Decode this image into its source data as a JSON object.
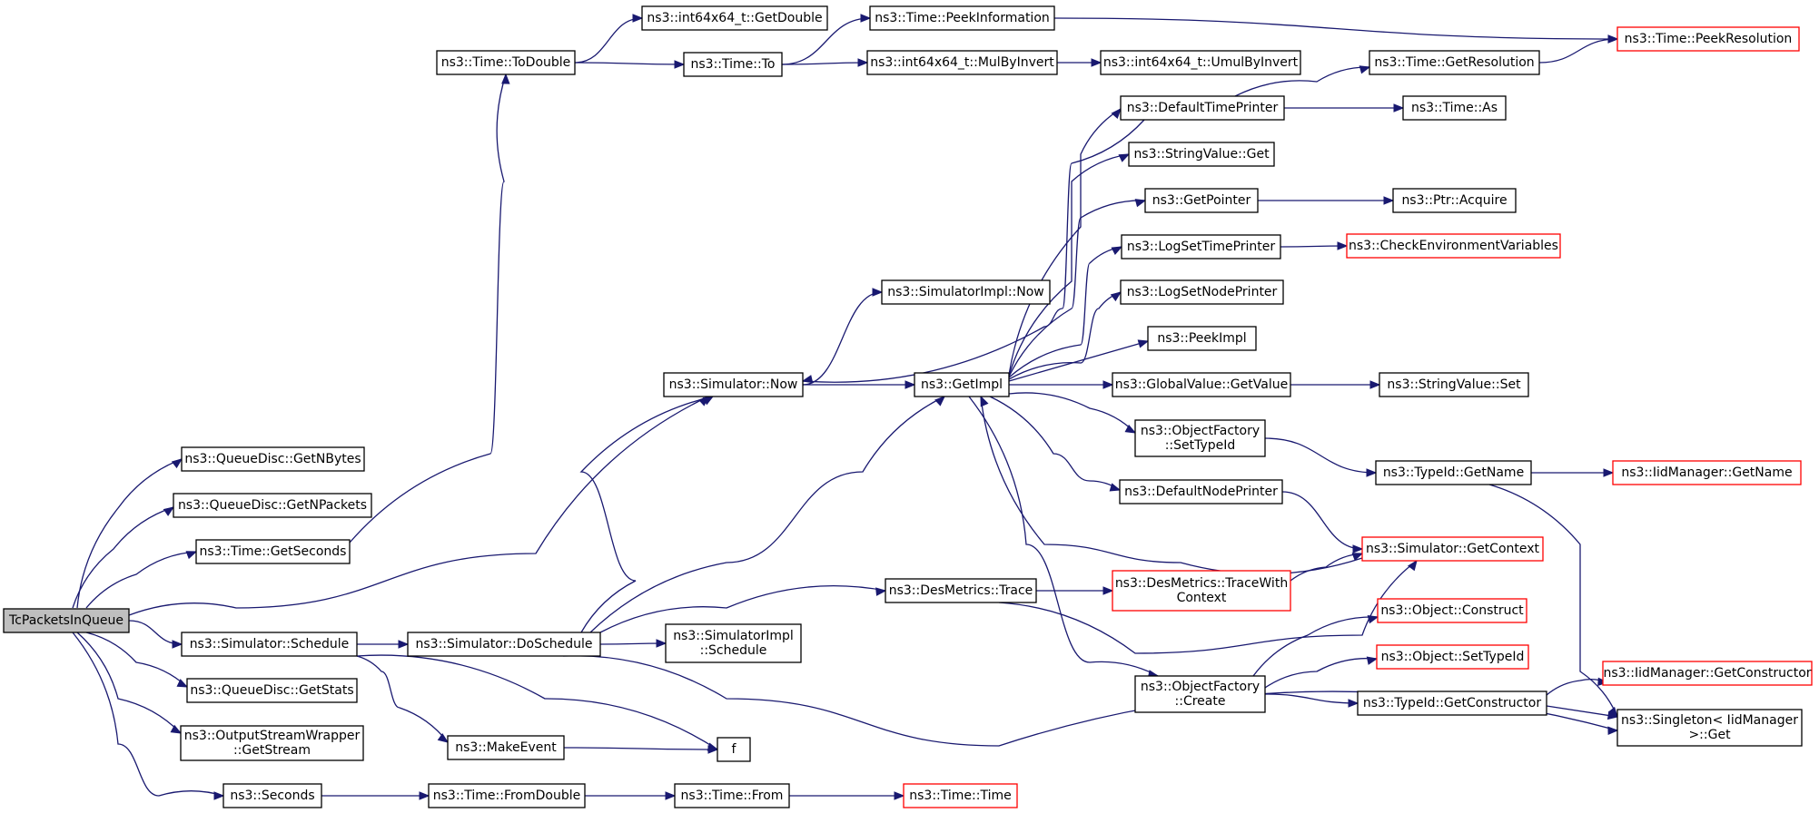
{
  "title": "",
  "colors": {
    "edge": "#191970",
    "node_border": "#000000",
    "node_border_truncated": "#ff0000",
    "root_fill": "#bfbfbf",
    "node_fill": "#ffffff"
  },
  "nodes": [
    {
      "id": "root",
      "lines": [
        "TcPacketsInQueue"
      ],
      "root": true
    },
    {
      "id": "getNBytes",
      "lines": [
        "ns3::QueueDisc::GetNBytes"
      ]
    },
    {
      "id": "getNPackets",
      "lines": [
        "ns3::QueueDisc::GetNPackets"
      ]
    },
    {
      "id": "getSeconds",
      "lines": [
        "ns3::Time::GetSeconds"
      ]
    },
    {
      "id": "simSchedule",
      "lines": [
        "ns3::Simulator::Schedule"
      ]
    },
    {
      "id": "getStats",
      "lines": [
        "ns3::QueueDisc::GetStats"
      ]
    },
    {
      "id": "getStream",
      "lines": [
        "ns3::OutputStreamWrapper",
        "::GetStream"
      ]
    },
    {
      "id": "seconds",
      "lines": [
        "ns3::Seconds"
      ]
    },
    {
      "id": "toDouble",
      "lines": [
        "ns3::Time::ToDouble"
      ]
    },
    {
      "id": "getDouble",
      "lines": [
        "ns3::int64x64_t::GetDouble"
      ]
    },
    {
      "id": "timeTo",
      "lines": [
        "ns3::Time::To"
      ]
    },
    {
      "id": "peekInformation",
      "lines": [
        "ns3::Time::PeekInformation"
      ]
    },
    {
      "id": "mulByInvert",
      "lines": [
        "ns3::int64x64_t::MulByInvert"
      ]
    },
    {
      "id": "umulByInvert",
      "lines": [
        "ns3::int64x64_t::UmulByInvert"
      ]
    },
    {
      "id": "peekResolution",
      "lines": [
        "ns3::Time::PeekResolution"
      ],
      "truncated": true
    },
    {
      "id": "simNow",
      "lines": [
        "ns3::Simulator::Now"
      ]
    },
    {
      "id": "simImplNow",
      "lines": [
        "ns3::SimulatorImpl::Now"
      ]
    },
    {
      "id": "getImpl",
      "lines": [
        "ns3::GetImpl"
      ]
    },
    {
      "id": "doSchedule",
      "lines": [
        "ns3::Simulator::DoSchedule"
      ]
    },
    {
      "id": "simImplSchedule",
      "lines": [
        "ns3::SimulatorImpl",
        "::Schedule"
      ]
    },
    {
      "id": "desTrace",
      "lines": [
        "ns3::DesMetrics::Trace"
      ]
    },
    {
      "id": "makeEvent",
      "lines": [
        "ns3::MakeEvent"
      ]
    },
    {
      "id": "f",
      "lines": [
        "f"
      ]
    },
    {
      "id": "fromDouble",
      "lines": [
        "ns3::Time::FromDouble"
      ]
    },
    {
      "id": "timeFrom",
      "lines": [
        "ns3::Time::From"
      ]
    },
    {
      "id": "timeTime",
      "lines": [
        "ns3::Time::Time"
      ],
      "truncated": true
    },
    {
      "id": "defaultTimePrinter",
      "lines": [
        "ns3::DefaultTimePrinter"
      ]
    },
    {
      "id": "stringValueGet",
      "lines": [
        "ns3::StringValue::Get"
      ]
    },
    {
      "id": "getPointer",
      "lines": [
        "ns3::GetPointer"
      ]
    },
    {
      "id": "logSetTimePrinter",
      "lines": [
        "ns3::LogSetTimePrinter"
      ]
    },
    {
      "id": "logSetNodePrinter",
      "lines": [
        "ns3::LogSetNodePrinter"
      ]
    },
    {
      "id": "peekImpl",
      "lines": [
        "ns3::PeekImpl"
      ]
    },
    {
      "id": "globalGetValue",
      "lines": [
        "ns3::GlobalValue::GetValue"
      ]
    },
    {
      "id": "objFactorySetTypeId",
      "lines": [
        "ns3::ObjectFactory",
        "::SetTypeId"
      ]
    },
    {
      "id": "defaultNodePrinter",
      "lines": [
        "ns3::DefaultNodePrinter"
      ]
    },
    {
      "id": "traceWithContext",
      "lines": [
        "ns3::DesMetrics::TraceWith",
        "Context"
      ],
      "truncated": true
    },
    {
      "id": "objFactoryCreate",
      "lines": [
        "ns3::ObjectFactory",
        "::Create"
      ]
    },
    {
      "id": "getResolution",
      "lines": [
        "ns3::Time::GetResolution"
      ]
    },
    {
      "id": "timeAs",
      "lines": [
        "ns3::Time::As"
      ]
    },
    {
      "id": "ptrAcquire",
      "lines": [
        "ns3::Ptr::Acquire"
      ]
    },
    {
      "id": "checkEnvVars",
      "lines": [
        "ns3::CheckEnvironmentVariables"
      ],
      "truncated": true
    },
    {
      "id": "stringValueSet",
      "lines": [
        "ns3::StringValue::Set"
      ]
    },
    {
      "id": "typeIdGetName",
      "lines": [
        "ns3::TypeId::GetName"
      ]
    },
    {
      "id": "simGetContext",
      "lines": [
        "ns3::Simulator::GetContext"
      ],
      "truncated": true
    },
    {
      "id": "objectConstruct",
      "lines": [
        "ns3::Object::Construct"
      ],
      "truncated": true
    },
    {
      "id": "objectSetTypeId",
      "lines": [
        "ns3::Object::SetTypeId"
      ],
      "truncated": true
    },
    {
      "id": "typeIdGetConstructor",
      "lines": [
        "ns3::TypeId::GetConstructor"
      ]
    },
    {
      "id": "iidGetName",
      "lines": [
        "ns3::IidManager::GetName"
      ],
      "truncated": true
    },
    {
      "id": "iidGetConstructor",
      "lines": [
        "ns3::IidManager::GetConstructor"
      ],
      "truncated": true
    },
    {
      "id": "singletonGet",
      "lines": [
        "ns3::Singleton< IidManager",
        ">::Get"
      ]
    }
  ],
  "edges": [
    [
      "root",
      "getNBytes"
    ],
    [
      "root",
      "getNPackets"
    ],
    [
      "root",
      "getSeconds"
    ],
    [
      "root",
      "simNow"
    ],
    [
      "root",
      "simSchedule"
    ],
    [
      "root",
      "getStats"
    ],
    [
      "root",
      "getStream"
    ],
    [
      "root",
      "seconds"
    ],
    [
      "getSeconds",
      "toDouble"
    ],
    [
      "toDouble",
      "getDouble"
    ],
    [
      "toDouble",
      "timeTo"
    ],
    [
      "timeTo",
      "peekInformation"
    ],
    [
      "timeTo",
      "mulByInvert"
    ],
    [
      "peekInformation",
      "peekResolution"
    ],
    [
      "mulByInvert",
      "umulByInvert"
    ],
    [
      "simSchedule",
      "doSchedule"
    ],
    [
      "simSchedule",
      "makeEvent"
    ],
    [
      "simSchedule",
      "f"
    ],
    [
      "seconds",
      "fromDouble"
    ],
    [
      "fromDouble",
      "timeFrom"
    ],
    [
      "timeFrom",
      "timeTime"
    ],
    [
      "makeEvent",
      "f"
    ],
    [
      "simNow",
      "simImplNow"
    ],
    [
      "simNow",
      "getImpl"
    ],
    [
      "doSchedule",
      "simNow"
    ],
    [
      "doSchedule",
      "getImpl"
    ],
    [
      "doSchedule",
      "desTrace"
    ],
    [
      "doSchedule",
      "simImplSchedule"
    ],
    [
      "doSchedule",
      "singletonGet"
    ],
    [
      "getImpl",
      "defaultTimePrinter"
    ],
    [
      "getImpl",
      "stringValueGet"
    ],
    [
      "getImpl",
      "getPointer"
    ],
    [
      "getImpl",
      "logSetTimePrinter"
    ],
    [
      "getImpl",
      "logSetNodePrinter"
    ],
    [
      "getImpl",
      "peekImpl"
    ],
    [
      "getImpl",
      "globalGetValue"
    ],
    [
      "getImpl",
      "objFactorySetTypeId"
    ],
    [
      "getImpl",
      "defaultNodePrinter"
    ],
    [
      "getImpl",
      "objFactoryCreate"
    ],
    [
      "defaultTimePrinter",
      "simNow"
    ],
    [
      "defaultTimePrinter",
      "getResolution"
    ],
    [
      "defaultTimePrinter",
      "timeAs"
    ],
    [
      "getResolution",
      "peekResolution"
    ],
    [
      "getPointer",
      "ptrAcquire"
    ],
    [
      "logSetTimePrinter",
      "checkEnvVars"
    ],
    [
      "globalGetValue",
      "stringValueSet"
    ],
    [
      "objFactorySetTypeId",
      "typeIdGetName"
    ],
    [
      "typeIdGetName",
      "iidGetName"
    ],
    [
      "typeIdGetName",
      "singletonGet"
    ],
    [
      "defaultNodePrinter",
      "simGetContext"
    ],
    [
      "simGetContext",
      "getImpl"
    ],
    [
      "desTrace",
      "traceWithContext"
    ],
    [
      "desTrace",
      "simGetContext"
    ],
    [
      "traceWithContext",
      "simGetContext"
    ],
    [
      "objFactoryCreate",
      "objectConstruct"
    ],
    [
      "objFactoryCreate",
      "objectSetTypeId"
    ],
    [
      "objFactoryCreate",
      "typeIdGetConstructor"
    ],
    [
      "typeIdGetConstructor",
      "iidGetConstructor"
    ],
    [
      "typeIdGetConstructor",
      "singletonGet"
    ]
  ]
}
